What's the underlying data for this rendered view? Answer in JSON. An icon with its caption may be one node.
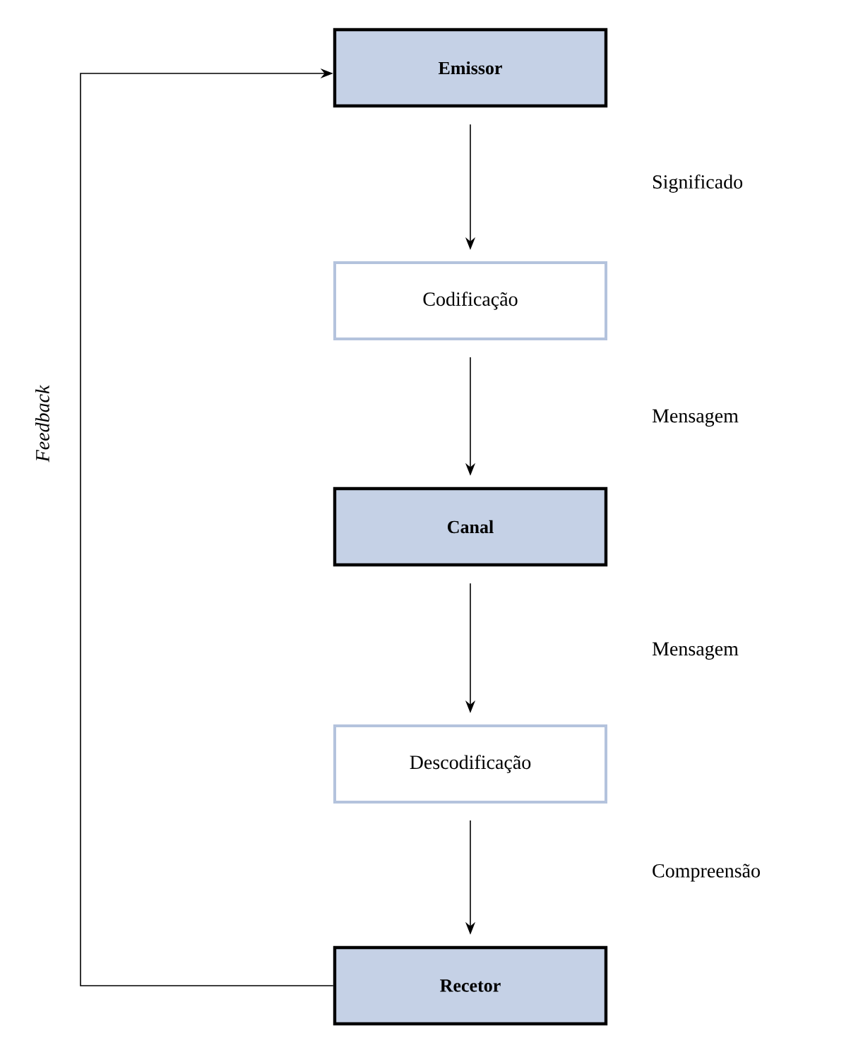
{
  "diagram": {
    "nodes": [
      {
        "text": [
          "Emissor"
        ]
      },
      {
        "text": [
          "Codificação"
        ]
      },
      {
        "text": [
          "Canal"
        ]
      },
      {
        "text": [
          "Descodificação"
        ]
      },
      {
        "text": [
          "Recetor"
        ]
      }
    ],
    "edges": [
      {
        "from": 0,
        "to": 1,
        "arrow": "to"
      },
      {
        "from": 1,
        "to": 2,
        "arrow": "to"
      },
      {
        "from": 2,
        "to": 3,
        "arrow": "to"
      },
      {
        "from": 3,
        "to": 4,
        "arrow": "to"
      },
      {
        "from": 4,
        "to": 0,
        "arrow": "to",
        "label": "Feedback"
      }
    ],
    "labels": [
      "Significado",
      "Mensagem",
      "Mensagem",
      "Compreensão"
    ]
  }
}
